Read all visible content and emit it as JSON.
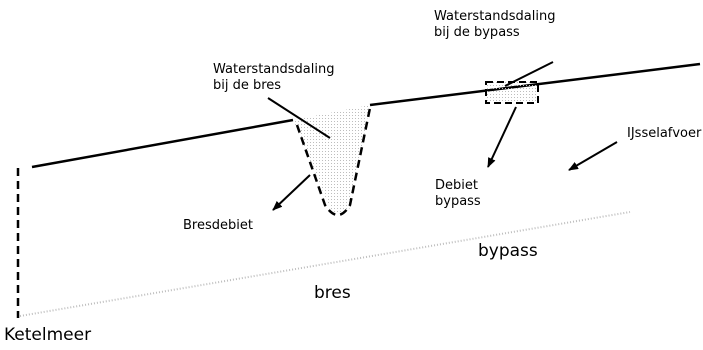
{
  "labels": {
    "waterstand_bres_line1": "Waterstandsdaling",
    "waterstand_bres_line2": "bij de bres",
    "waterstand_bypass_line1": "Waterstandsdaling",
    "waterstand_bypass_line2": "bij de bypass",
    "ijssel_afvoer": "IJsselafvoer",
    "debiet_bypass_line1": "Debiet",
    "debiet_bypass_line2": "bypass",
    "bres_debiet": "Bresdebiet",
    "bypass": "bypass",
    "bres": "bres",
    "ketelmeer": "Ketelmeer"
  },
  "colors": {
    "line": "#000000",
    "background": "#ffffff",
    "dotted_fill": "#c8c8c8"
  }
}
